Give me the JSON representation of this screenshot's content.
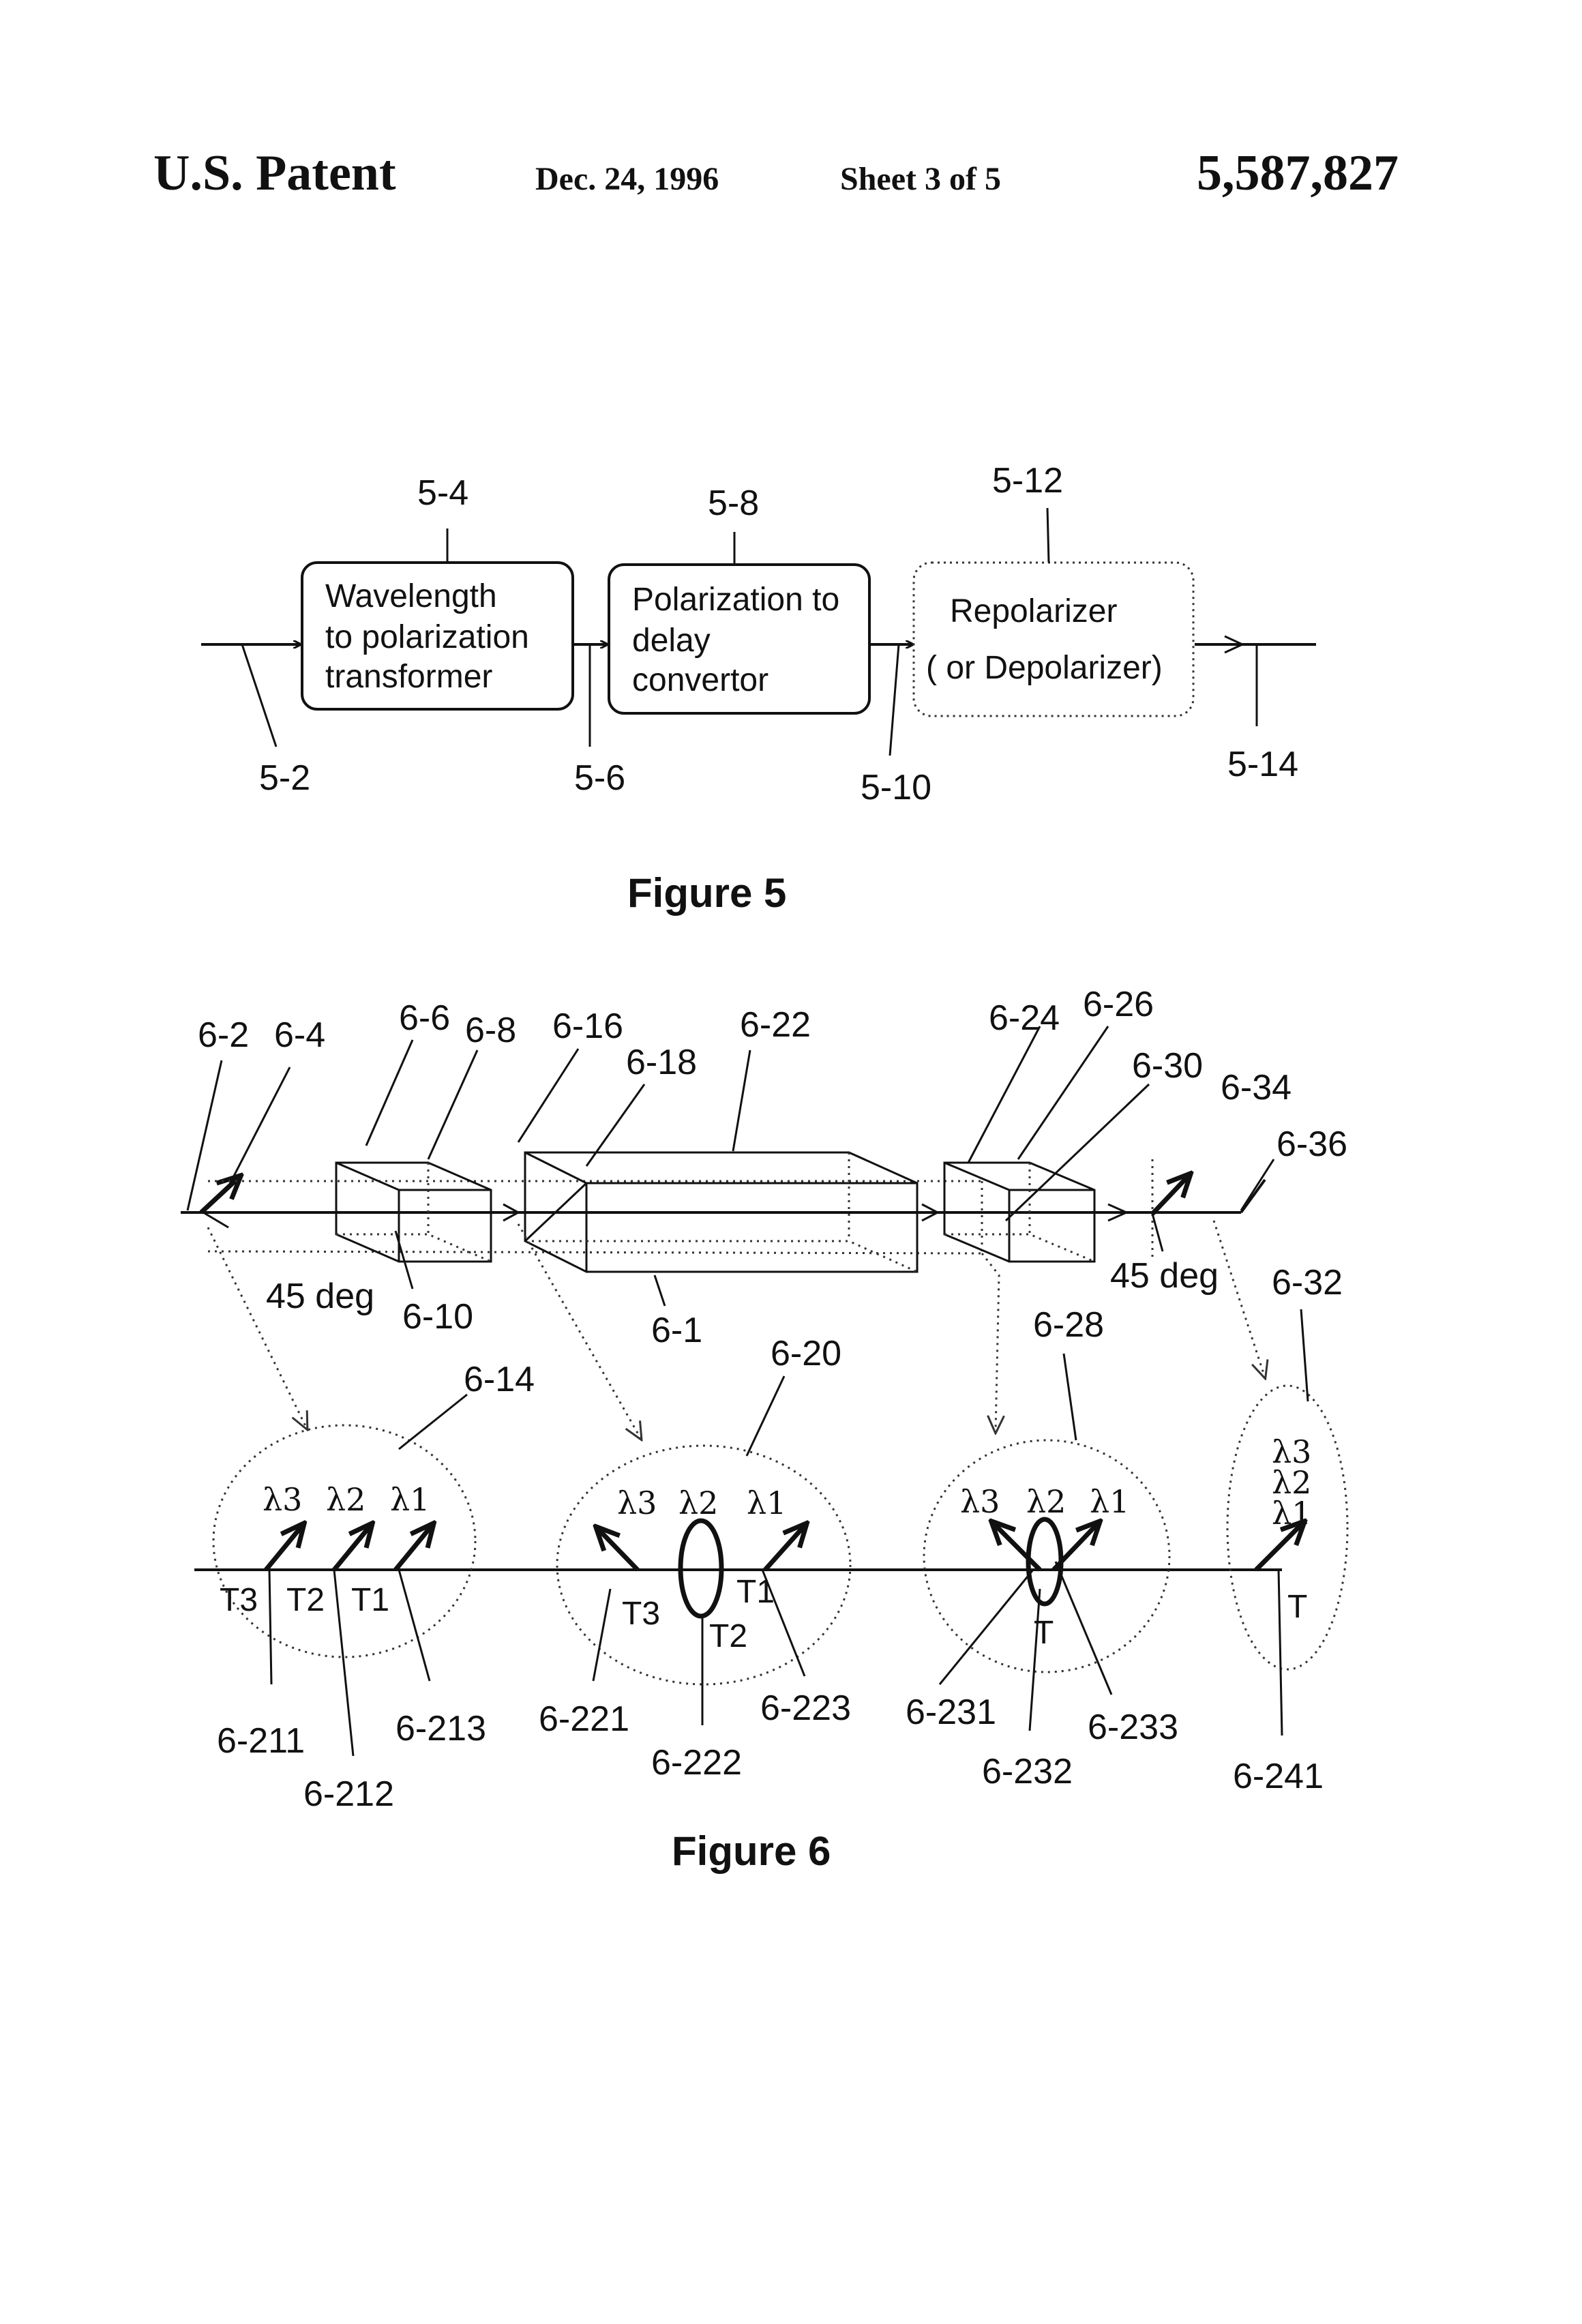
{
  "header": {
    "left": "U.S. Patent",
    "date": "Dec. 24, 1996",
    "sheet": "Sheet 3 of 5",
    "number": "5,587,827"
  },
  "figure5": {
    "caption": "Figure 5",
    "boxes": [
      {
        "lines": [
          "Wavelength",
          "to polarization",
          "transformer"
        ]
      },
      {
        "lines": [
          "Polarization to",
          "delay",
          "convertor"
        ]
      },
      {
        "lines": [
          "Repolarizer",
          "( or Depolarizer)"
        ]
      }
    ],
    "labels": {
      "l5_2": "5-2",
      "l5_4": "5-4",
      "l5_6": "5-6",
      "l5_8": "5-8",
      "l5_10": "5-10",
      "l5_12": "5-12",
      "l5_14": "5-14"
    }
  },
  "figure6": {
    "caption": "Figure 6",
    "labels": {
      "l6_1": "6-1",
      "l6_2": "6-2",
      "l6_4": "6-4",
      "l6_6": "6-6",
      "l6_8": "6-8",
      "l6_10": "6-10",
      "l6_14": "6-14",
      "l6_16": "6-16",
      "l6_18": "6-18",
      "l6_20": "6-20",
      "l6_22": "6-22",
      "l6_24": "6-24",
      "l6_26": "6-26",
      "l6_28": "6-28",
      "l6_30": "6-30",
      "l6_32": "6-32",
      "l6_34": "6-34",
      "l6_36": "6-36",
      "l6_211": "6-211",
      "l6_212": "6-212",
      "l6_213": "6-213",
      "l6_221": "6-221",
      "l6_222": "6-222",
      "l6_223": "6-223",
      "l6_231": "6-231",
      "l6_232": "6-232",
      "l6_233": "6-233",
      "l6_241": "6-241",
      "deg_left": "45 deg",
      "deg_right": "45 deg"
    },
    "greek": {
      "l1": "λ1",
      "l2": "λ2",
      "l3": "λ3"
    },
    "times": {
      "t1": "T1",
      "t2": "T2",
      "t3": "T3",
      "t": "T"
    }
  }
}
